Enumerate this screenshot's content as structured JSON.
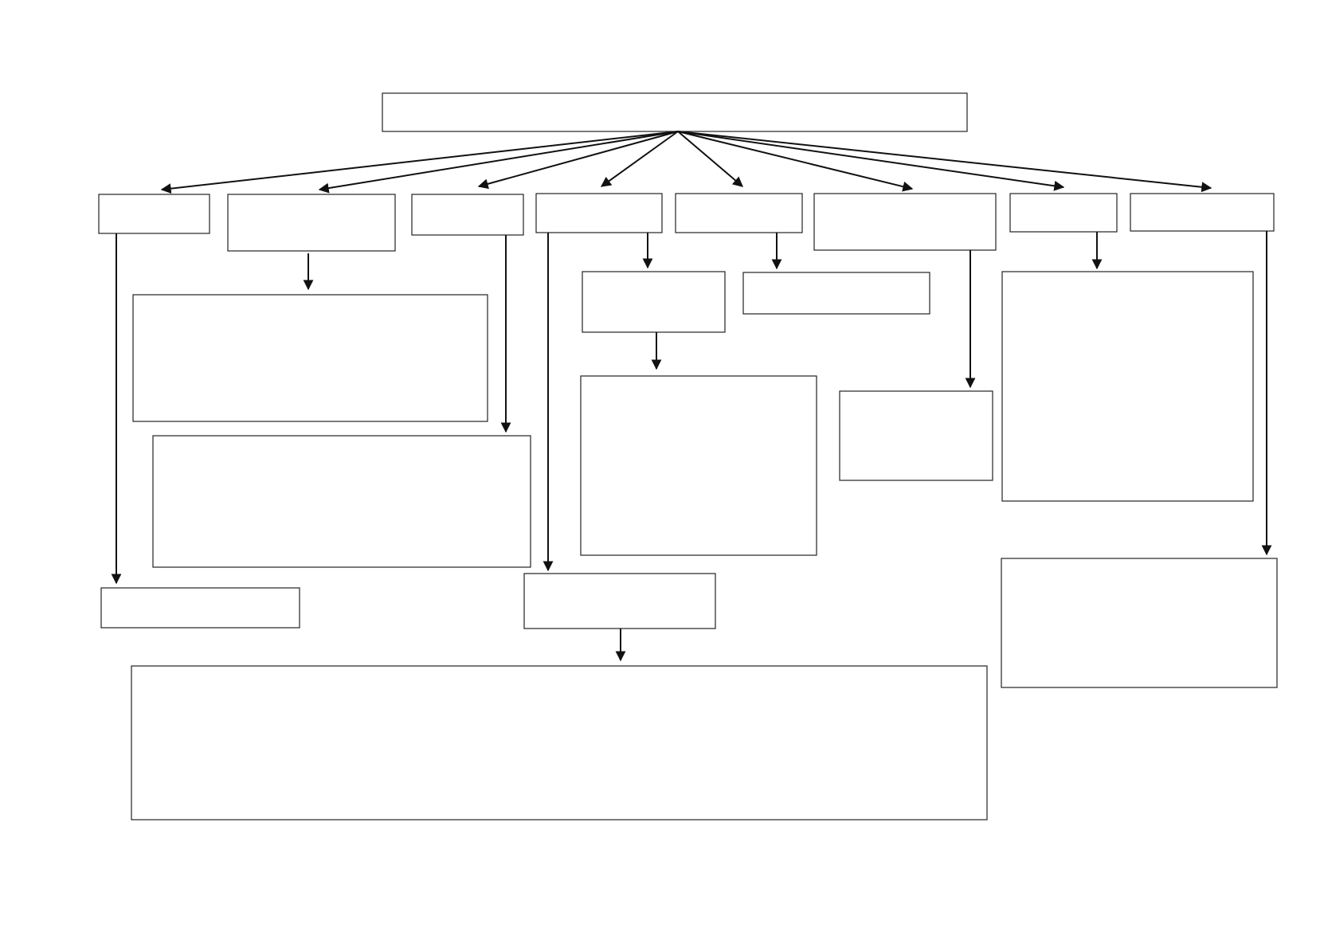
{
  "diagram": {
    "type": "flowchart",
    "colors": {
      "box_stroke": "#222222",
      "arrow": "#111111",
      "background": "#ffffff"
    },
    "nodes": [
      {
        "id": "root",
        "text": ""
      },
      {
        "id": "c1",
        "text": ""
      },
      {
        "id": "c2",
        "text": ""
      },
      {
        "id": "c3",
        "text": ""
      },
      {
        "id": "c4",
        "text": ""
      },
      {
        "id": "c5",
        "text": ""
      },
      {
        "id": "c6",
        "text": ""
      },
      {
        "id": "c7",
        "text": ""
      },
      {
        "id": "c8",
        "text": ""
      },
      {
        "id": "c2_child",
        "text": ""
      },
      {
        "id": "c3_child",
        "text": ""
      },
      {
        "id": "c4_child_a",
        "text": ""
      },
      {
        "id": "c4_child_a_child",
        "text": ""
      },
      {
        "id": "c5_child",
        "text": ""
      },
      {
        "id": "c6_child",
        "text": ""
      },
      {
        "id": "c7_child",
        "text": ""
      },
      {
        "id": "c8_child",
        "text": ""
      },
      {
        "id": "c1_child",
        "text": ""
      },
      {
        "id": "c4_child_b",
        "text": ""
      },
      {
        "id": "c4_child_b_child",
        "text": ""
      }
    ],
    "edges": [
      {
        "from": "root",
        "to": "c1"
      },
      {
        "from": "root",
        "to": "c2"
      },
      {
        "from": "root",
        "to": "c3"
      },
      {
        "from": "root",
        "to": "c4"
      },
      {
        "from": "root",
        "to": "c5"
      },
      {
        "from": "root",
        "to": "c6"
      },
      {
        "from": "root",
        "to": "c7"
      },
      {
        "from": "root",
        "to": "c8"
      },
      {
        "from": "c1",
        "to": "c1_child"
      },
      {
        "from": "c2",
        "to": "c2_child"
      },
      {
        "from": "c3",
        "to": "c3_child"
      },
      {
        "from": "c4",
        "to": "c4_child_a"
      },
      {
        "from": "c4",
        "to": "c4_child_b"
      },
      {
        "from": "c4_child_a",
        "to": "c4_child_a_child"
      },
      {
        "from": "c4_child_b",
        "to": "c4_child_b_child"
      },
      {
        "from": "c5",
        "to": "c5_child"
      },
      {
        "from": "c6",
        "to": "c6_child"
      },
      {
        "from": "c7",
        "to": "c7_child"
      },
      {
        "from": "c8",
        "to": "c8_child"
      }
    ]
  }
}
